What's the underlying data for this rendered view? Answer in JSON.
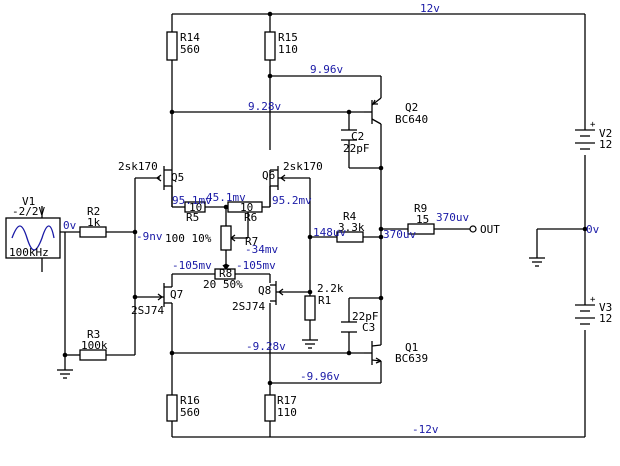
{
  "source": {
    "name": "V1",
    "value": "-2/2V",
    "freq": "100kHz"
  },
  "supplies": [
    {
      "name": "V2",
      "value": "12"
    },
    {
      "name": "V3",
      "value": "12"
    }
  ],
  "resistors": [
    {
      "name": "R14",
      "value": "560"
    },
    {
      "name": "R15",
      "value": "110"
    },
    {
      "name": "R2",
      "value": "1k"
    },
    {
      "name": "R3",
      "value": "100k"
    },
    {
      "name": "R5",
      "value": "10"
    },
    {
      "name": "R6",
      "value": "10"
    },
    {
      "name": "R7",
      "value": "100 10%"
    },
    {
      "name": "R8",
      "value": "20 50%"
    },
    {
      "name": "R4",
      "value": "3.3k"
    },
    {
      "name": "R9",
      "value": "15"
    },
    {
      "name": "R1",
      "value": "2.2k"
    },
    {
      "name": "R16",
      "value": "560"
    },
    {
      "name": "R17",
      "value": "110"
    }
  ],
  "capacitors": [
    {
      "name": "C2",
      "value": "22pF"
    },
    {
      "name": "C3",
      "value": "22pF"
    }
  ],
  "transistors": [
    {
      "name": "Q5",
      "part": "2sk170"
    },
    {
      "name": "Q6",
      "part": "2sk170"
    },
    {
      "name": "Q7",
      "part": "2SJ74"
    },
    {
      "name": "Q8",
      "part": "2SJ74"
    },
    {
      "name": "Q2",
      "part": "BC640"
    },
    {
      "name": "Q1",
      "part": "BC639"
    }
  ],
  "voltages": {
    "top_rail": "12v",
    "bottom_rail": "-12v",
    "q2_base": "9.96v",
    "r14_node": "9.28v",
    "q1_base": "-9.96v",
    "r16_node": "-9.28v",
    "input": "0v",
    "gate": "-9nv",
    "q5_source": "95.1mv",
    "r7_top": "45.1mv",
    "q6_source": "95.2mv",
    "r7_wiper": "-34mv",
    "q7_source": "-105mv",
    "q8_source": "-105mv",
    "feedback": "148uv",
    "out_node": "370uv",
    "load": "370uv",
    "ground_ref": "0v"
  },
  "output_label": "OUT"
}
